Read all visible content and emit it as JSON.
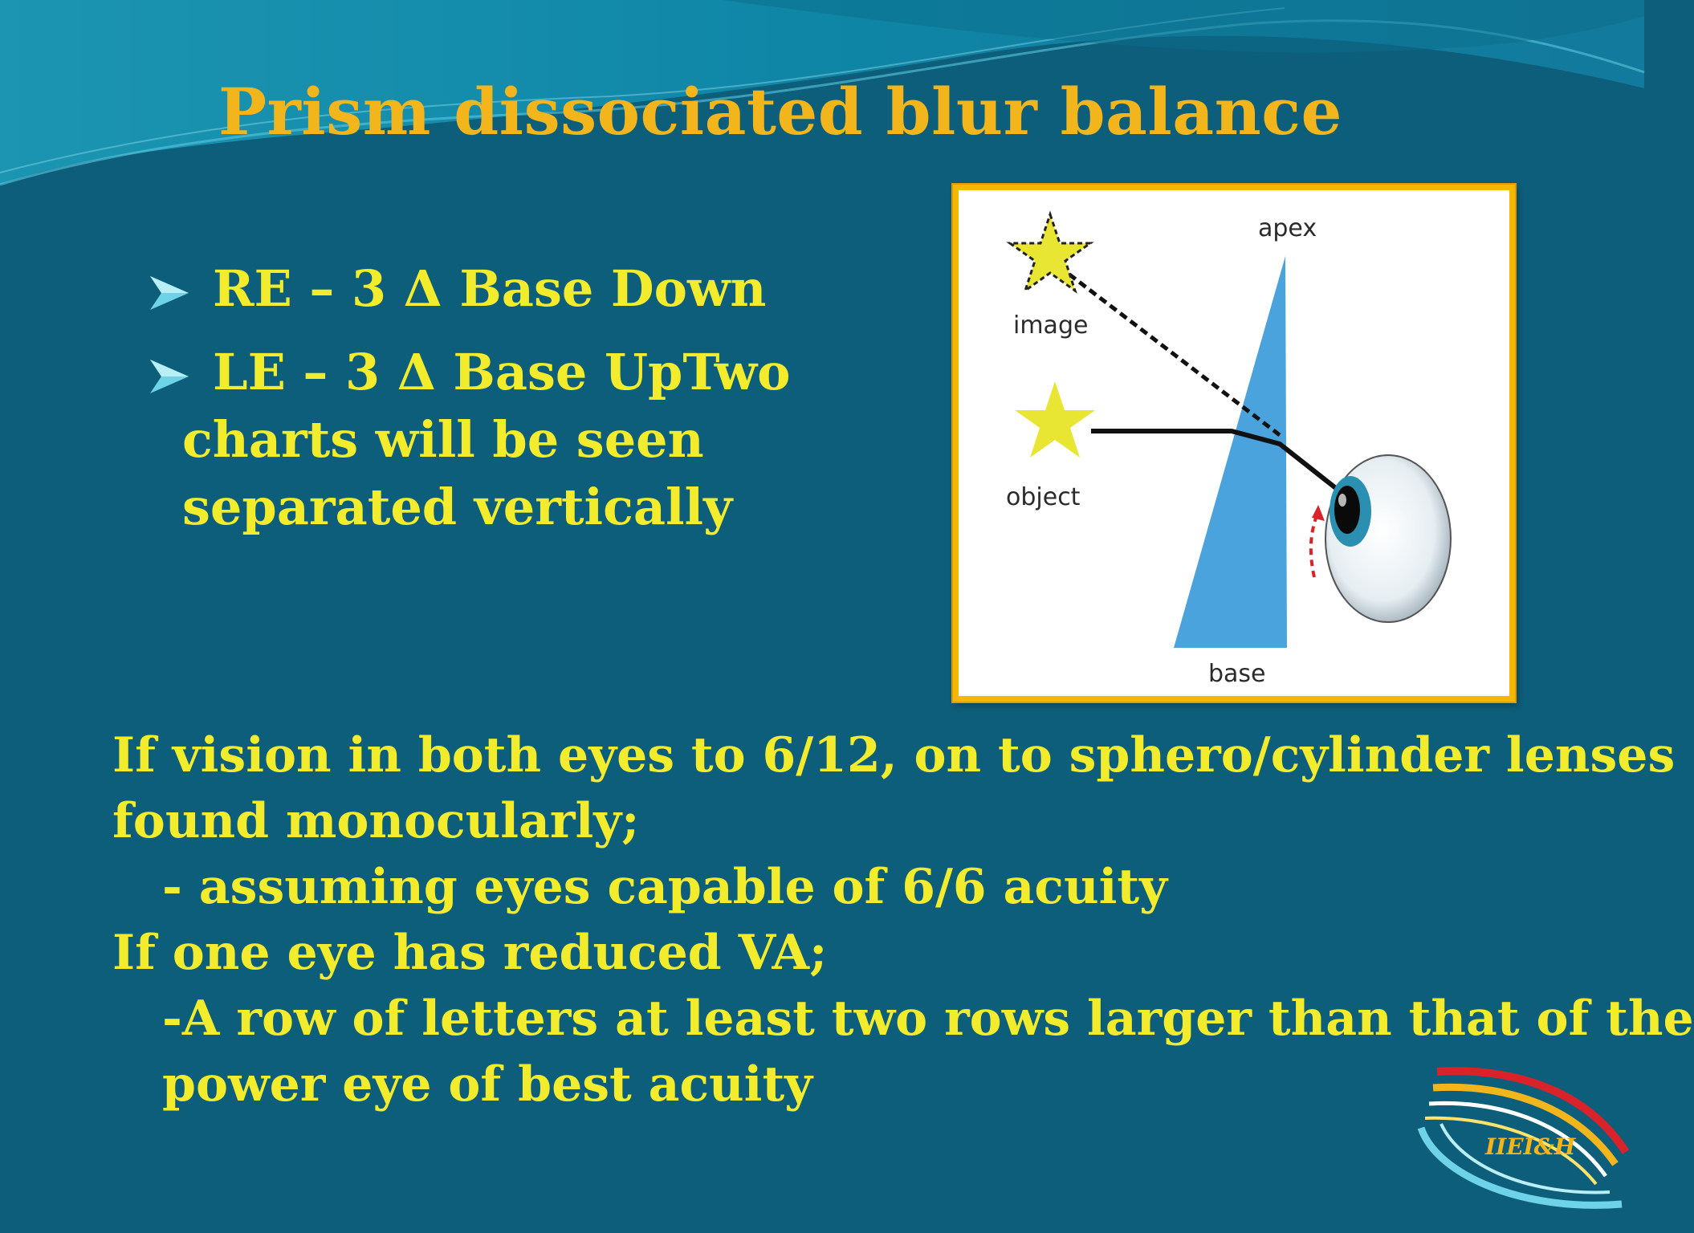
{
  "slide": {
    "title": "Prism dissociated blur balance",
    "bullets": [
      {
        "text": "RE – 3 Δ Base Down"
      },
      {
        "text": "LE – 3 Δ Base UpTwo",
        "continuation": [
          "charts will be seen",
          "separated vertically"
        ]
      }
    ],
    "figure": {
      "labels": {
        "apex": "apex",
        "image": "image",
        "object": "object",
        "base": "base"
      }
    },
    "body": {
      "lines": [
        "If vision in both eyes to 6/12, on to sphero/cylinder lenses",
        "found monocularly;",
        "- assuming eyes capable of 6/6 acuity",
        "If one eye has reduced VA;",
        "-A row of letters at least two rows larger than that of the",
        "power eye of best acuity"
      ]
    },
    "logo": {
      "text": "IIEI&H"
    },
    "colors": {
      "background": "#0d5e7a",
      "title": "#f3b51c",
      "text": "#f2ec2c",
      "frame": "#f5b800",
      "prism": "#4aa3dc",
      "star": "#e9e633"
    }
  }
}
